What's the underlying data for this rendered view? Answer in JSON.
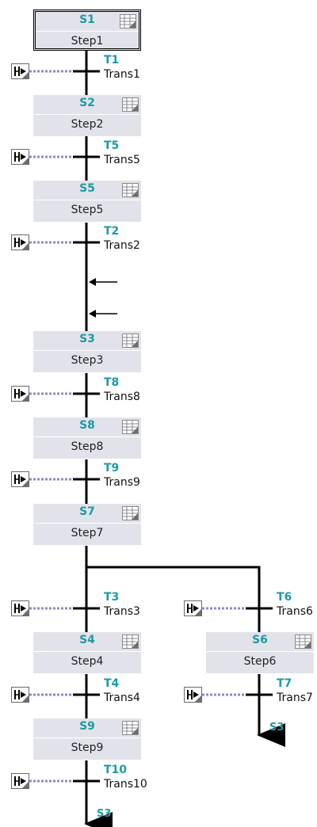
{
  "steps": [
    {
      "id": "S1",
      "name": "Step1",
      "initial": true
    },
    {
      "id": "S2",
      "name": "Step2"
    },
    {
      "id": "S5",
      "name": "Step5"
    },
    {
      "id": "S3",
      "name": "Step3"
    },
    {
      "id": "S8",
      "name": "Step8"
    },
    {
      "id": "S7",
      "name": "Step7"
    },
    {
      "id": "S4",
      "name": "Step4"
    },
    {
      "id": "S9",
      "name": "Step9"
    },
    {
      "id": "S6",
      "name": "Step6"
    }
  ],
  "transitions": [
    {
      "id": "T1",
      "name": "Trans1"
    },
    {
      "id": "T5",
      "name": "Trans5"
    },
    {
      "id": "T2",
      "name": "Trans2"
    },
    {
      "id": "T8",
      "name": "Trans8"
    },
    {
      "id": "T9",
      "name": "Trans9"
    },
    {
      "id": "T3",
      "name": "Trans3"
    },
    {
      "id": "T4",
      "name": "Trans4"
    },
    {
      "id": "T10",
      "name": "Trans10"
    },
    {
      "id": "T6",
      "name": "Trans6"
    },
    {
      "id": "T7",
      "name": "Trans7"
    }
  ],
  "jumps": [
    {
      "target": "S3"
    },
    {
      "target": "S3"
    }
  ],
  "colors": {
    "step_fill": "#e2e3ea",
    "id_text": "#1d9aa4",
    "condition_link": "#8b8cc4"
  },
  "icons": {
    "step": "action-table-icon",
    "transition": "condition-icon"
  }
}
